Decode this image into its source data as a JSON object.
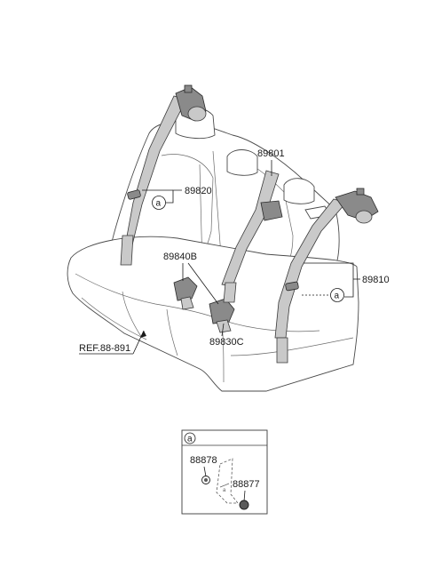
{
  "labels": {
    "p89801": "89801",
    "p89820": "89820",
    "p89840b": "89840B",
    "p89810": "89810",
    "p89830c": "89830C",
    "ref": "REF.88-891",
    "p88878": "88878",
    "p88877": "88877"
  },
  "callouts": {
    "a_left": "a",
    "a_right": "a",
    "a_detail": "a"
  }
}
